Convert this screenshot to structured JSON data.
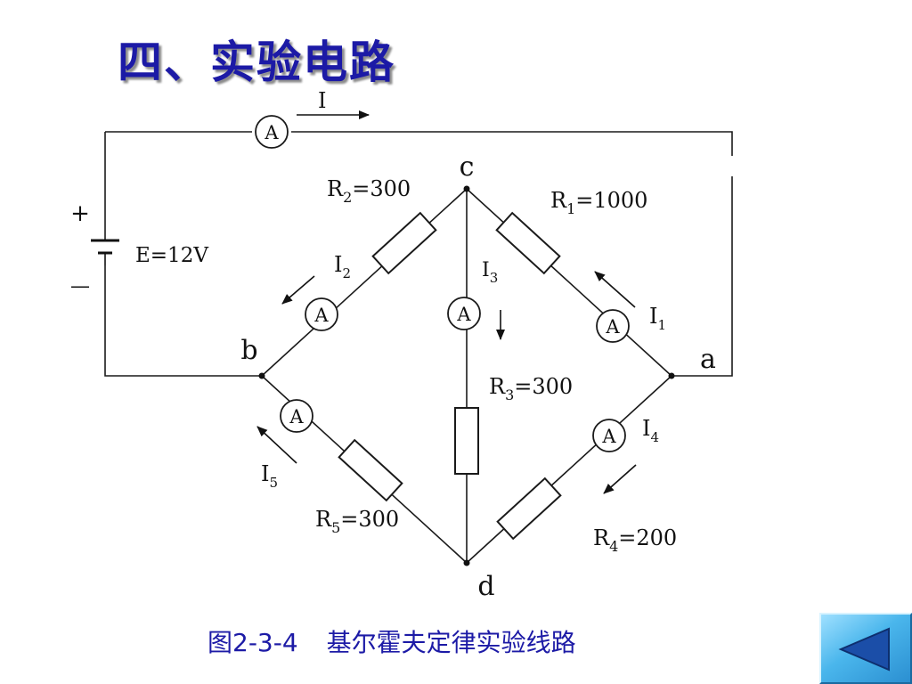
{
  "slide": {
    "title": "四、实验电路",
    "caption_number": "图2-3-4",
    "caption_text": "基尔霍夫定律实验线路"
  },
  "circuit": {
    "source": {
      "plus": "+",
      "minus": "—",
      "label": "E=12V"
    },
    "nodes": {
      "a": "a",
      "b": "b",
      "c": "c",
      "d": "d"
    },
    "meter_symbol": "A",
    "resistors": [
      {
        "id": "R1",
        "sym": "R",
        "sub": "1",
        "val": "=1000"
      },
      {
        "id": "R2",
        "sym": "R",
        "sub": "2",
        "val": "=300"
      },
      {
        "id": "R3",
        "sym": "R",
        "sub": "3",
        "val": "=300"
      },
      {
        "id": "R4",
        "sym": "R",
        "sub": "4",
        "val": "=200"
      },
      {
        "id": "R5",
        "sym": "R",
        "sub": "5",
        "val": "=300"
      }
    ],
    "currents": [
      {
        "id": "I",
        "sym": "I",
        "sub": ""
      },
      {
        "id": "I1",
        "sym": "I",
        "sub": "1"
      },
      {
        "id": "I2",
        "sym": "I",
        "sub": "2"
      },
      {
        "id": "I3",
        "sym": "I",
        "sub": "3"
      },
      {
        "id": "I4",
        "sym": "I",
        "sub": "4"
      },
      {
        "id": "I5",
        "sym": "I",
        "sub": "5"
      }
    ]
  },
  "nav": {
    "back_icon": "left-triangle-icon",
    "color": "#2b8fd1"
  }
}
